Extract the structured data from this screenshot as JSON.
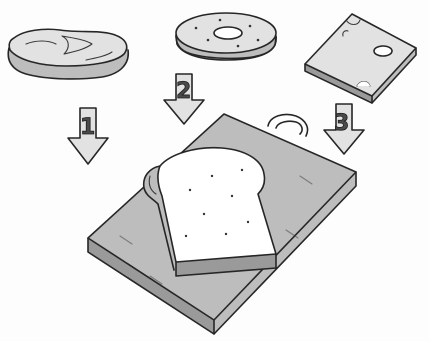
{
  "steps": [
    {
      "number": "1",
      "item": "meat-slice"
    },
    {
      "number": "2",
      "item": "bagel-slice"
    },
    {
      "number": "3",
      "item": "cheese-slice"
    }
  ],
  "objects": {
    "board": "cutting-board",
    "bread": "bread-slice"
  },
  "colors": {
    "ink": "#262626",
    "shade": "#bdbdbd",
    "shade_dark": "#9a9a9a",
    "background": "#fdfdfd"
  }
}
